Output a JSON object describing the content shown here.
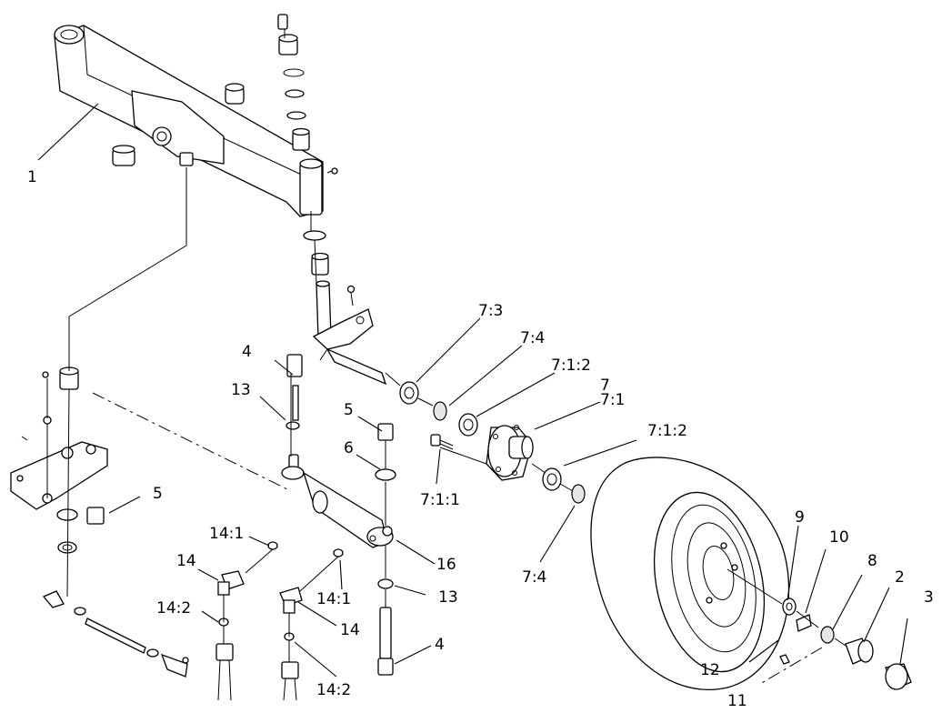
{
  "callouts": {
    "c1": "1",
    "c2": "2",
    "c3": "3",
    "c4a": "4",
    "c4b": "4",
    "c5a": "5",
    "c5b": "5",
    "c6": "6",
    "c7": "7",
    "c7_1": "7:1",
    "c7_1_1": "7:1:1",
    "c7_1_2a": "7:1:2",
    "c7_1_2b": "7:1:2",
    "c7_3": "7:3",
    "c7_4a": "7:4",
    "c7_4b": "7:4",
    "c8": "8",
    "c9": "9",
    "c10": "10",
    "c11": "11",
    "c12": "12",
    "c13a": "13",
    "c13b": "13",
    "c14a": "14",
    "c14b": "14",
    "c14_1a": "14:1",
    "c14_1b": "14:1",
    "c14_2a": "14:2",
    "c14_2b": "14:2",
    "c16": "16"
  }
}
